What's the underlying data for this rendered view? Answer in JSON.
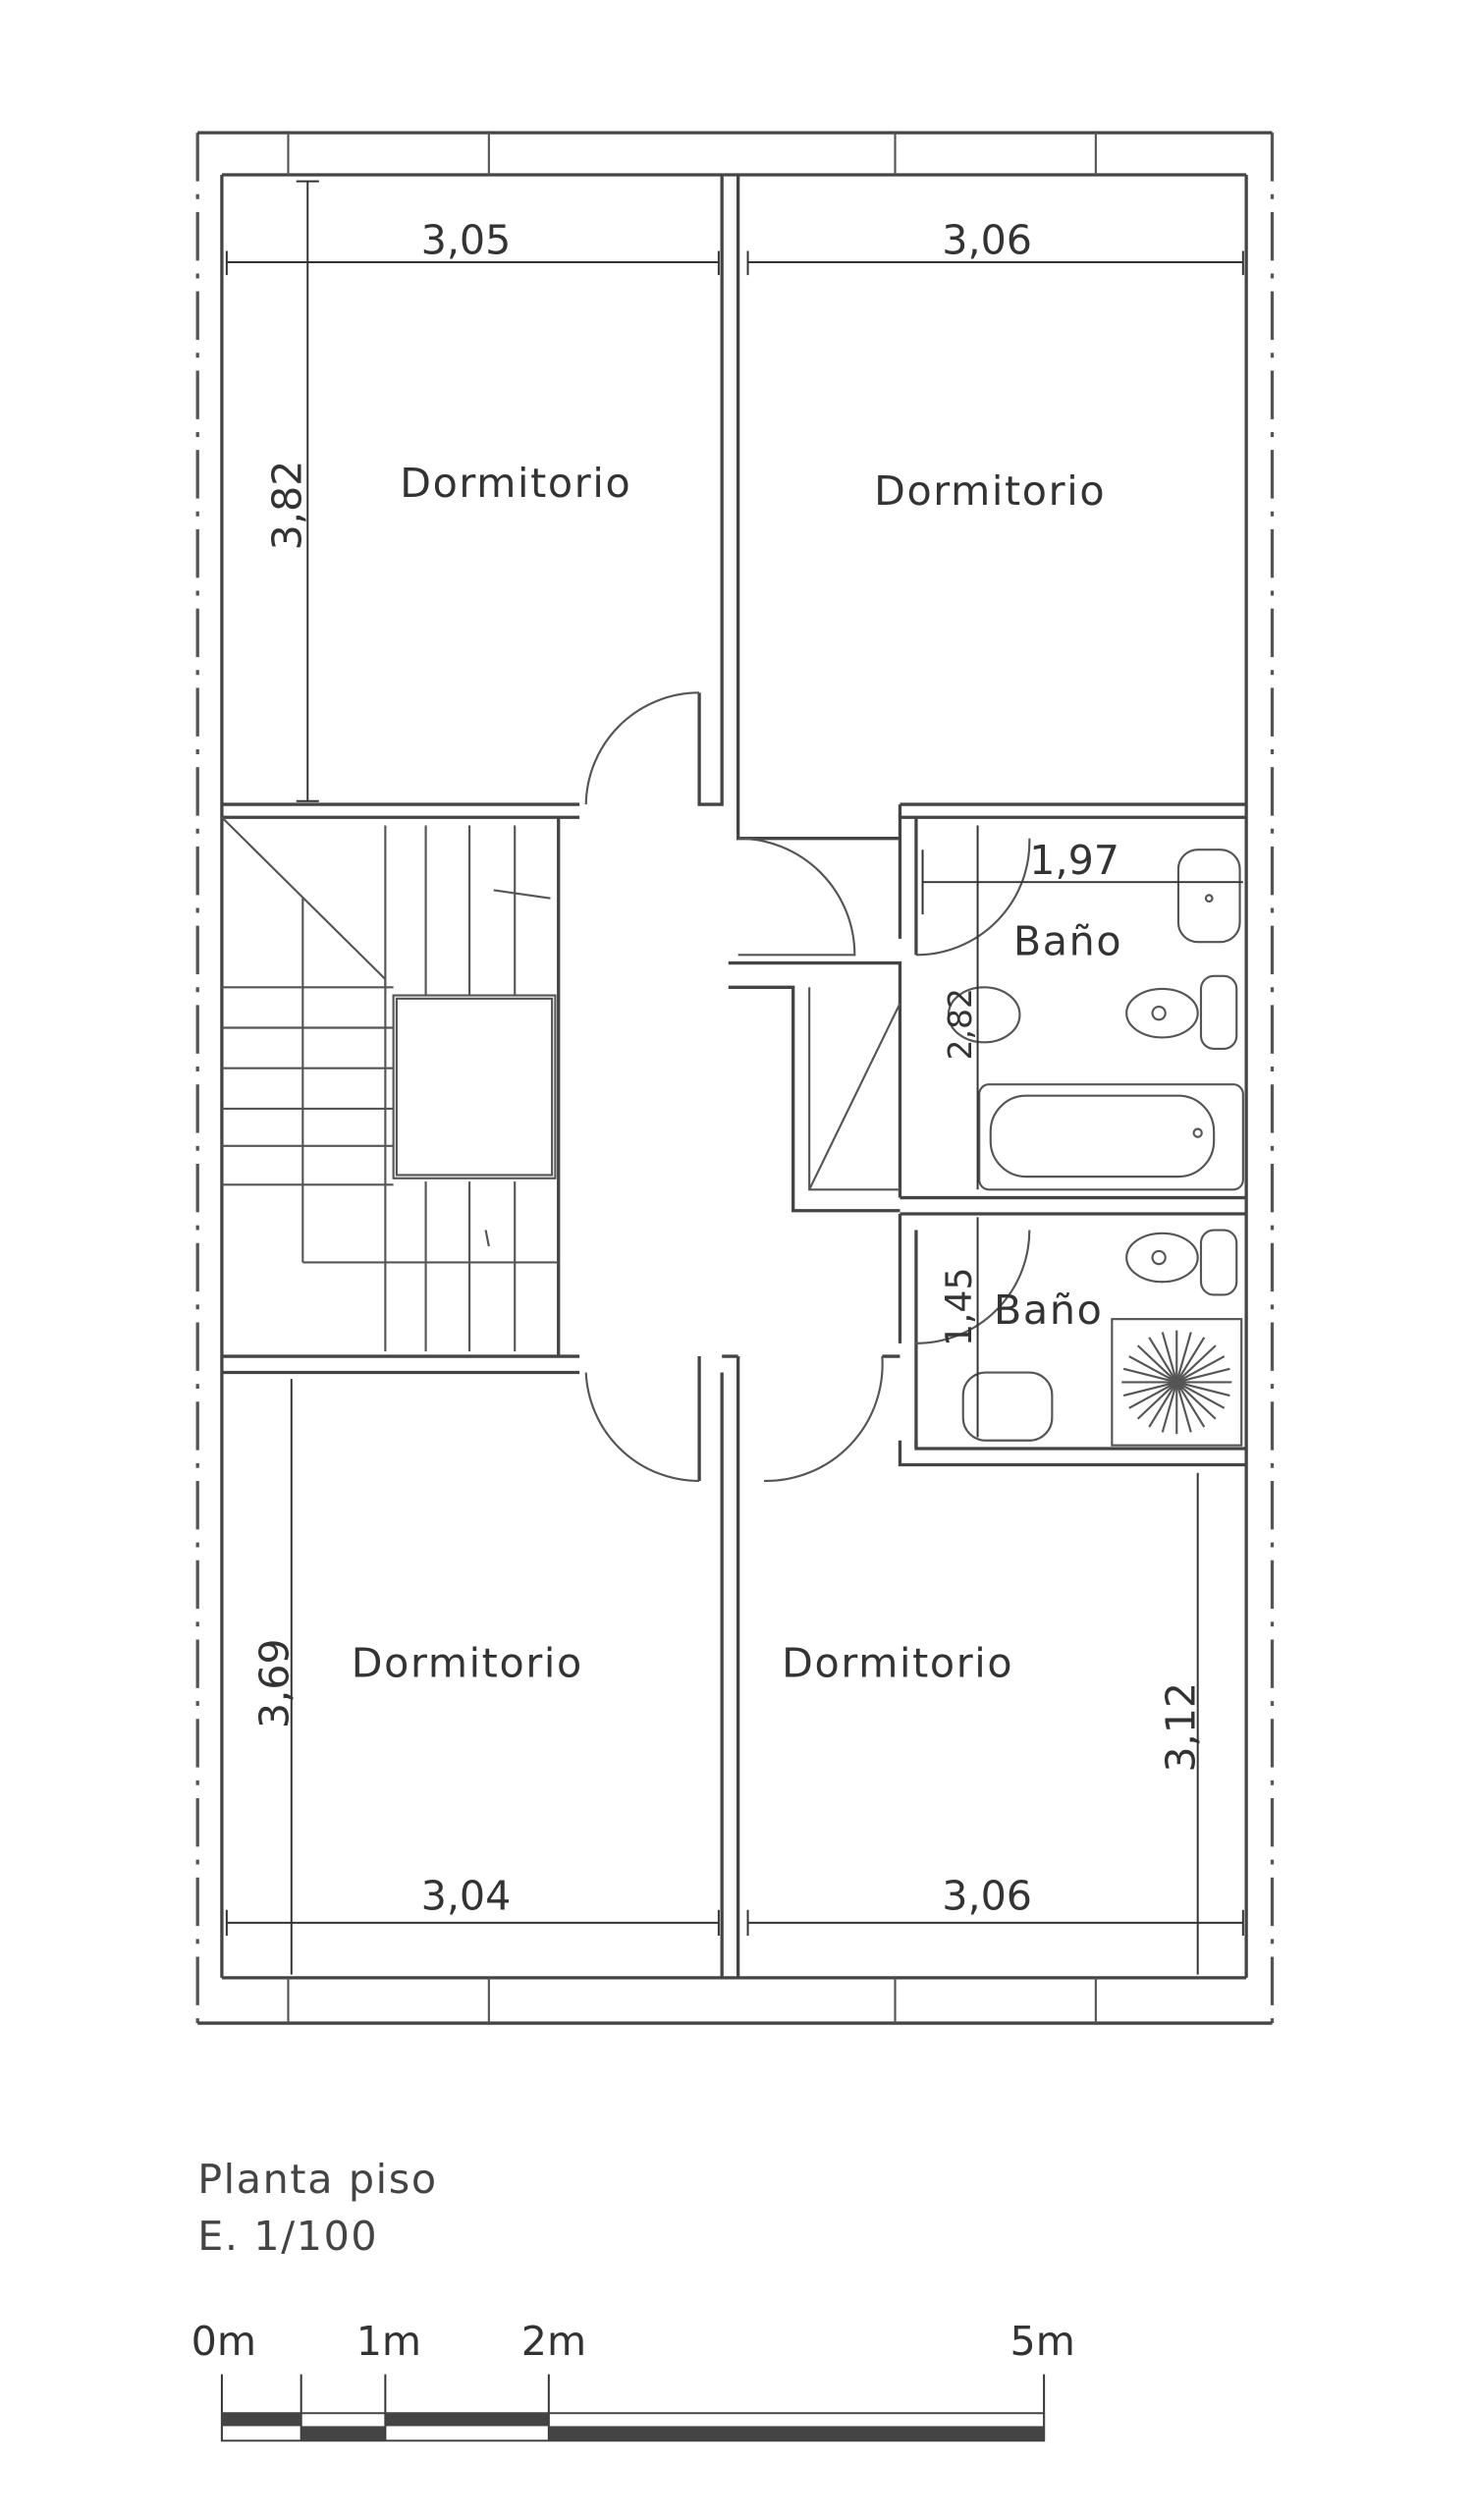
{
  "rooms": {
    "bedroom_top_left": "Dormitorio",
    "bedroom_top_right": "Dormitorio",
    "bedroom_bottom_left": "Dormitorio",
    "bedroom_bottom_right": "Dormitorio",
    "bath_upper": "Baño",
    "bath_lower": "Baño"
  },
  "dimensions": {
    "top_left_width": "3,05",
    "top_right_width": "3,06",
    "top_left_height": "3,82",
    "bath_upper_width": "1,97",
    "bath_upper_height": "2,82",
    "bath_lower_height": "1,45",
    "bottom_left_height": "3,69",
    "bottom_left_width": "3,04",
    "bottom_right_width": "3,06",
    "bottom_right_height": "3,12"
  },
  "title": {
    "name": "Planta piso",
    "scale": "E. 1/100"
  },
  "scale_bar": {
    "labels": [
      "0m",
      "1m",
      "2m",
      "5m"
    ]
  }
}
